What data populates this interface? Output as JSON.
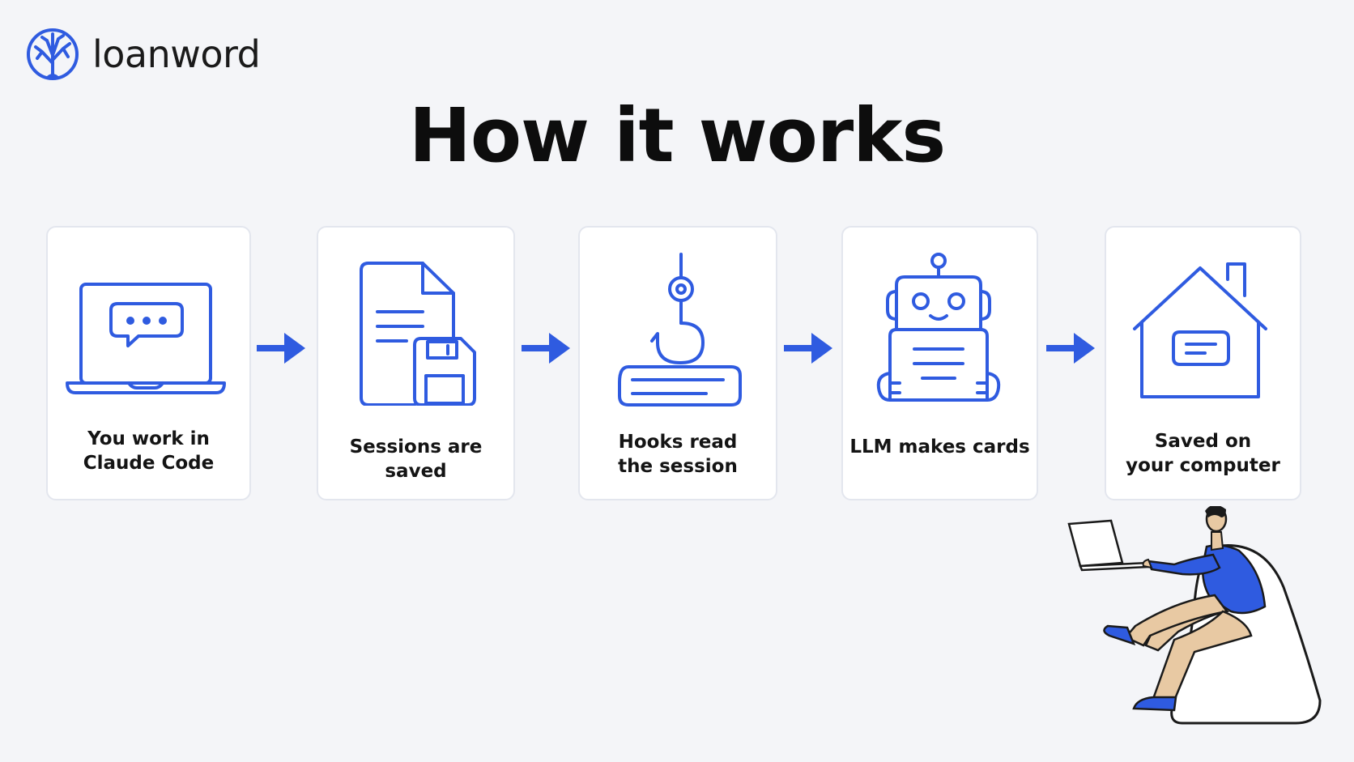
{
  "brand": {
    "name": "loanword",
    "icon": "tree-icon",
    "color": "#2f5be0"
  },
  "title": "How it works",
  "accent": "#2f5be0",
  "steps": [
    {
      "label_line1": "You work in",
      "label_line2": "Claude Code",
      "icon": "laptop-chat-icon"
    },
    {
      "label_line1": "Sessions are saved",
      "label_line2": "",
      "icon": "document-save-icon"
    },
    {
      "label_line1": "Hooks read",
      "label_line2": "the session",
      "icon": "hook-icon"
    },
    {
      "label_line1": "LLM makes cards",
      "label_line2": "",
      "icon": "robot-icon"
    },
    {
      "label_line1": "Saved on",
      "label_line2": "your computer",
      "icon": "house-icon"
    }
  ],
  "illustration": "person-with-laptop-illustration"
}
